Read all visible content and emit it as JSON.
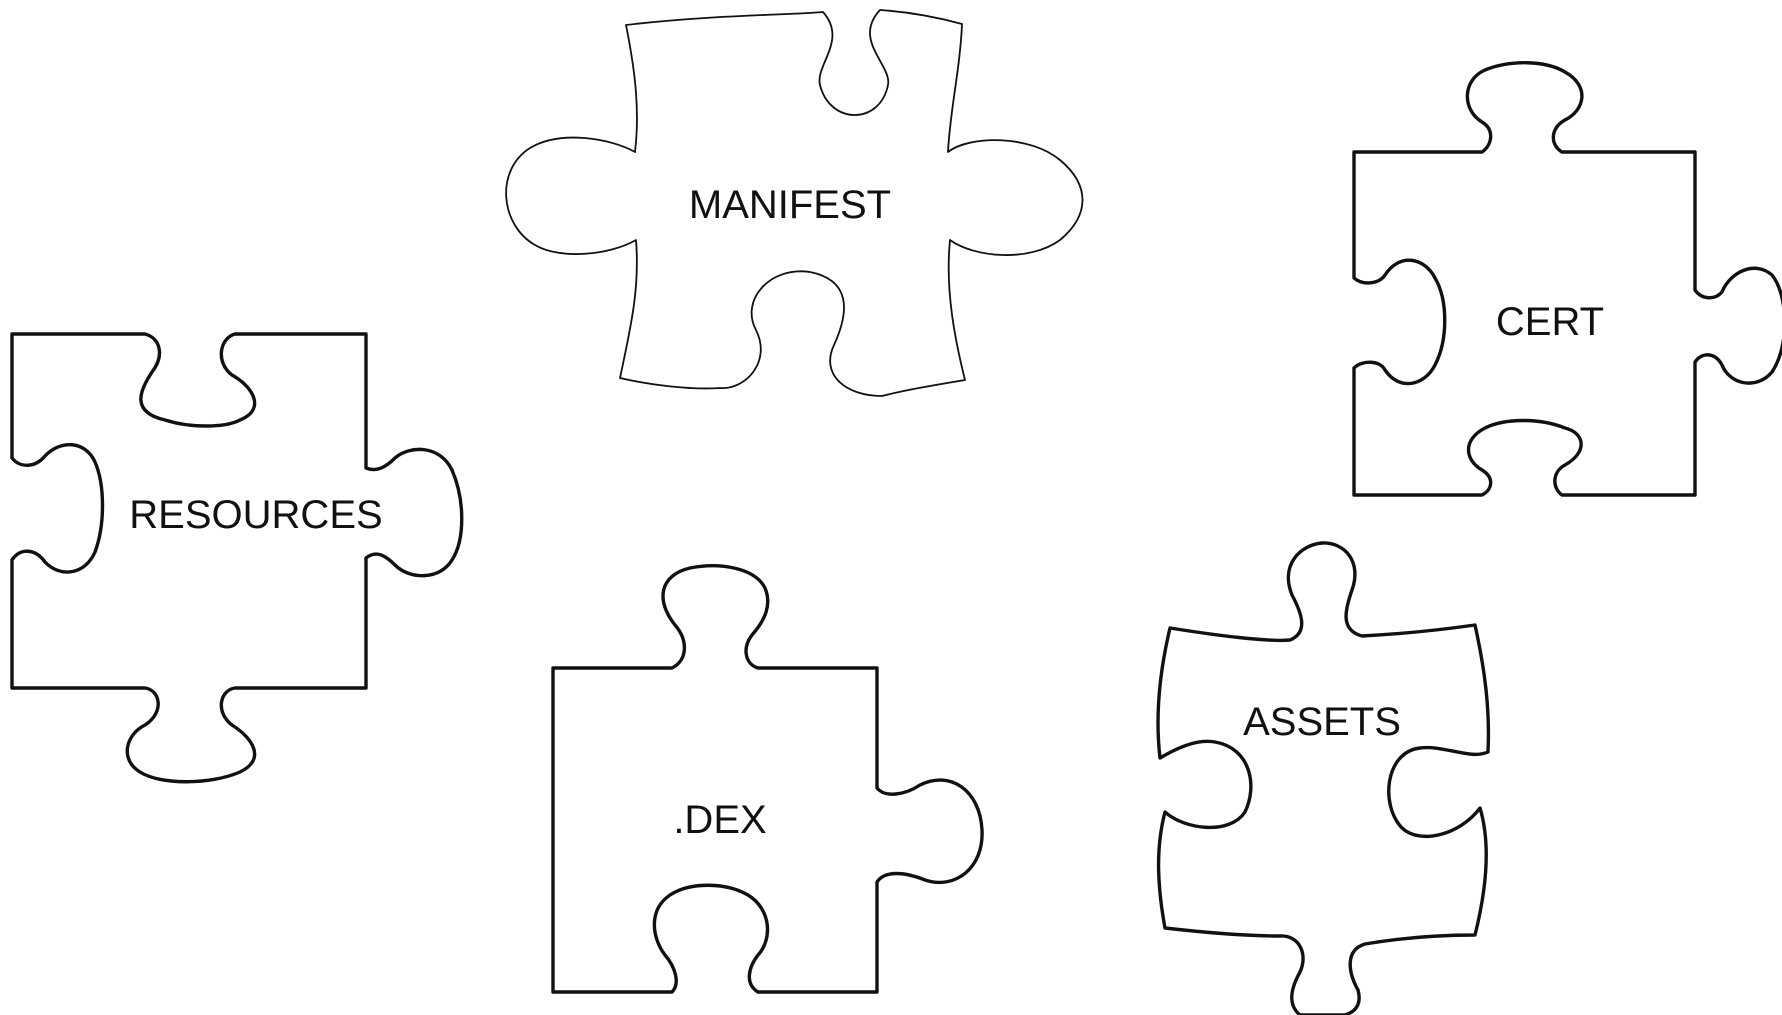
{
  "diagram": {
    "pieces": [
      {
        "id": "manifest",
        "label": "MANIFEST"
      },
      {
        "id": "cert",
        "label": "CERT"
      },
      {
        "id": "resources",
        "label": "RESOURCES"
      },
      {
        "id": "dex",
        "label": ".DEX"
      },
      {
        "id": "assets",
        "label": "ASSETS"
      }
    ]
  }
}
